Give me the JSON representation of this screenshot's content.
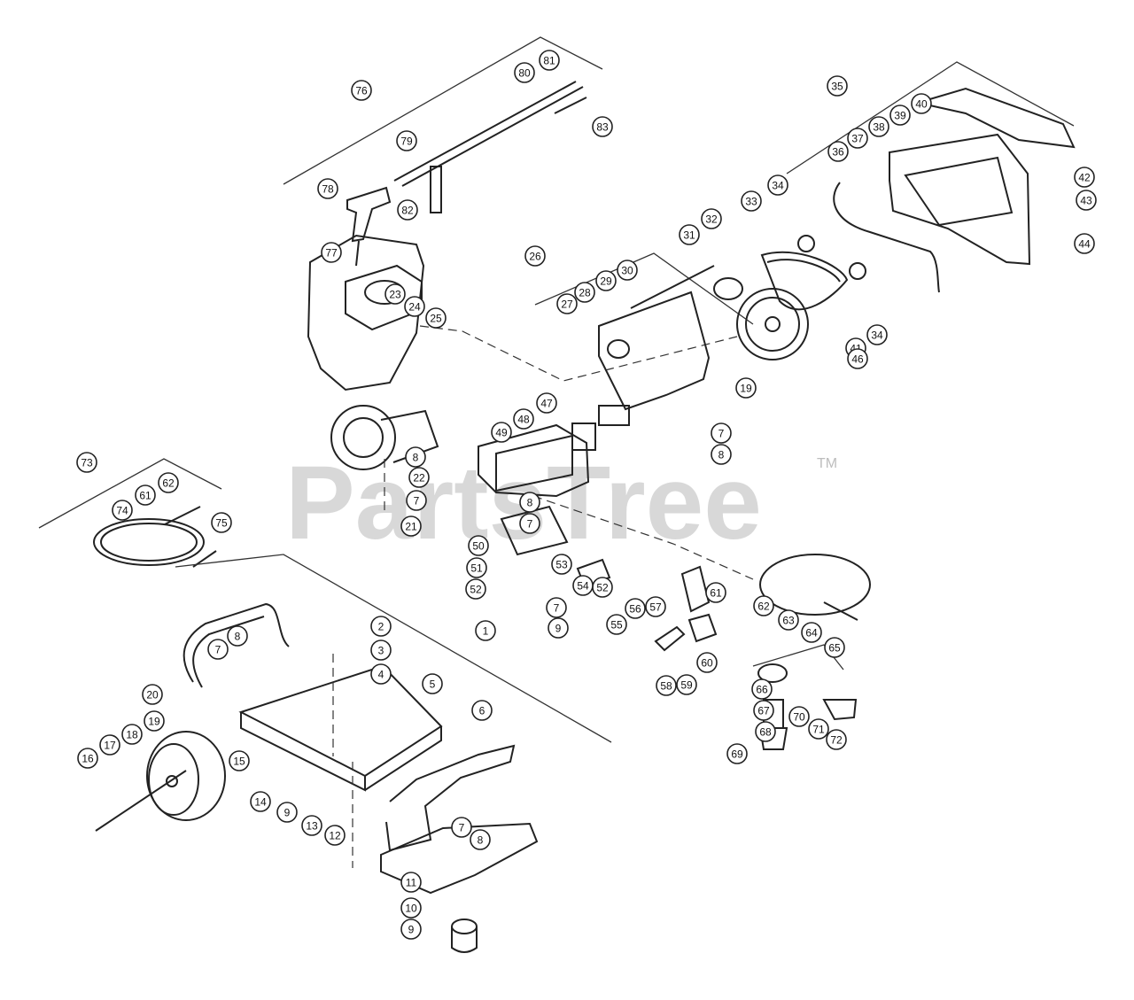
{
  "watermark": {
    "text": "PartsTree",
    "trademark": "TM"
  },
  "callouts": [
    "1",
    "2",
    "3",
    "4",
    "5",
    "6",
    "7",
    "7",
    "7",
    "7",
    "7",
    "7",
    "8",
    "8",
    "8",
    "8",
    "8",
    "9",
    "9",
    "9",
    "10",
    "11",
    "12",
    "13",
    "14",
    "15",
    "16",
    "17",
    "18",
    "19",
    "19",
    "20",
    "21",
    "22",
    "23",
    "24",
    "25",
    "26",
    "27",
    "28",
    "29",
    "30",
    "31",
    "32",
    "33",
    "34",
    "34",
    "35",
    "36",
    "37",
    "38",
    "39",
    "40",
    "41",
    "42",
    "43",
    "44",
    "46",
    "47",
    "48",
    "49",
    "50",
    "51",
    "52",
    "52",
    "53",
    "54",
    "55",
    "56",
    "57",
    "58",
    "59",
    "60",
    "61",
    "61",
    "62",
    "62",
    "63",
    "64",
    "65",
    "66",
    "67",
    "68",
    "69",
    "70",
    "71",
    "72",
    "73",
    "74",
    "75",
    "76",
    "77",
    "78",
    "79",
    "80",
    "81",
    "82",
    "83"
  ]
}
